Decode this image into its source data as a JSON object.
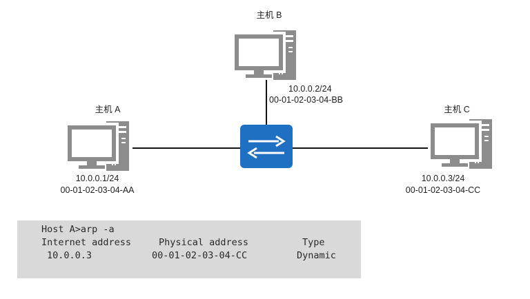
{
  "hosts": {
    "a": {
      "name": "主机 A",
      "ip": "10.0.0.1/24",
      "mac": "00-01-02-03-04-AA",
      "icon": "computer-icon"
    },
    "b": {
      "name": "主机 B",
      "ip": "10.0.0.2/24",
      "mac": "00-01-02-03-04-BB",
      "icon": "computer-icon"
    },
    "c": {
      "name": "主机 C",
      "ip": "10.0.0.3/24",
      "mac": "00-01-02-03-04-CC",
      "icon": "computer-icon"
    }
  },
  "switch": {
    "icon": "switch-icon",
    "color": "#1f6fc2"
  },
  "colors": {
    "device_gray": "#8c8c8c",
    "link": "#111111",
    "terminal_bg": "#d9d9d9"
  },
  "terminal": {
    "command": "Host A>arp -a",
    "headers": {
      "ip": "Internet address",
      "mac": "Physical address",
      "type": "Type"
    },
    "rows": [
      {
        "ip": "10.0.0.3",
        "mac": "00-01-02-03-04-CC",
        "type": "Dynamic"
      }
    ]
  }
}
